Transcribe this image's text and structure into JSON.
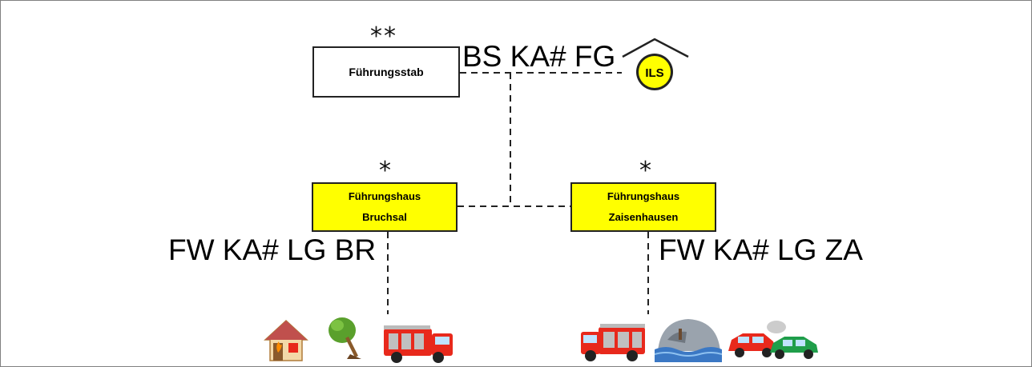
{
  "nodes": {
    "stab": {
      "label": "Führungsstab",
      "stars": "**"
    },
    "bruchsal": {
      "line1": "Führungshaus",
      "line2": "Bruchsal",
      "stars": "*"
    },
    "zaisenhausen": {
      "line1": "Führungshaus",
      "line2": "Zaisenhausen",
      "stars": "*"
    }
  },
  "labels": {
    "stab_link": "BS KA# FG",
    "bruchsal_link": "FW KA# LG BR",
    "zaisenhausen_link": "FW KA# LG ZA"
  },
  "ils": {
    "text": "ILS"
  },
  "icons": {
    "left": [
      "house-fire-icon",
      "fallen-tree-icon",
      "fire-truck-icon"
    ],
    "right": [
      "fire-truck-icon",
      "flood-icon",
      "car-crash-icon"
    ]
  },
  "colors": {
    "box_yellow": "#ffff00",
    "ils_yellow": "#ffff00",
    "fire_red": "#e8291c"
  }
}
